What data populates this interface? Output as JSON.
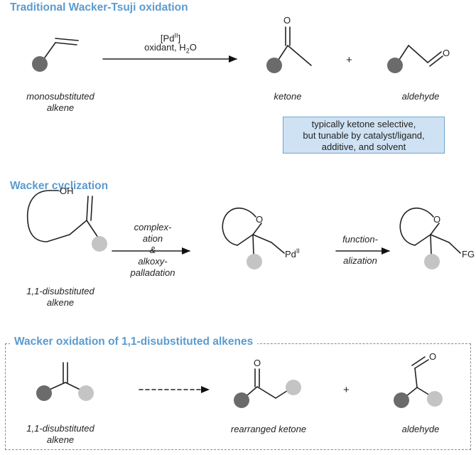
{
  "sections": {
    "s1_title": "Traditional Wacker-Tsuji oxidation",
    "s2_title": "Wacker cyclization",
    "s3_title": "Wacker oxidation of 1,1-disubstituted alkenes"
  },
  "s1": {
    "reagent_line1_main": "[Pd",
    "reagent_line1_sup": "II",
    "reagent_line1_end": "]",
    "reagent_line2_main": "oxidant, H",
    "reagent_line2_sub": "2",
    "reagent_line2_end": "O",
    "substrate_label_1": "monosubstituted",
    "substrate_label_2": "alkene",
    "product1_label": "ketone",
    "plus": "+",
    "product2_label": "aldehyde",
    "note_line1": "typically ketone selective,",
    "note_line2": "but tunable by catalyst/ligand,",
    "note_line3": "additive, and solvent",
    "oxygen": "O"
  },
  "s2": {
    "oh_label": "OH",
    "arrow1_line1": "complex-",
    "arrow1_line2": "ation",
    "arrow1_line3": "&",
    "arrow1_line4": "alkoxy-",
    "arrow1_line5": "palladation",
    "arrow2_line1": "function-",
    "arrow2_line2": "alization",
    "substrate_label_1": "1,1-disubstituted",
    "substrate_label_2": "alkene",
    "ring_o": "O",
    "pd_main": "Pd",
    "pd_sup": "II",
    "fg": "FG"
  },
  "s3": {
    "substrate_label_1": "1,1-disubstituted",
    "substrate_label_2": "alkene",
    "product1_label": "rearranged ketone",
    "plus": "+",
    "product2_label": "aldehyde",
    "oxygen": "O"
  },
  "colors": {
    "title_blue": "#5b9bd0",
    "dark_sphere": "#6b6b6b",
    "light_sphere": "#c4c4c4",
    "note_fill": "#cfe2f3",
    "note_border": "#6fa5d2"
  }
}
